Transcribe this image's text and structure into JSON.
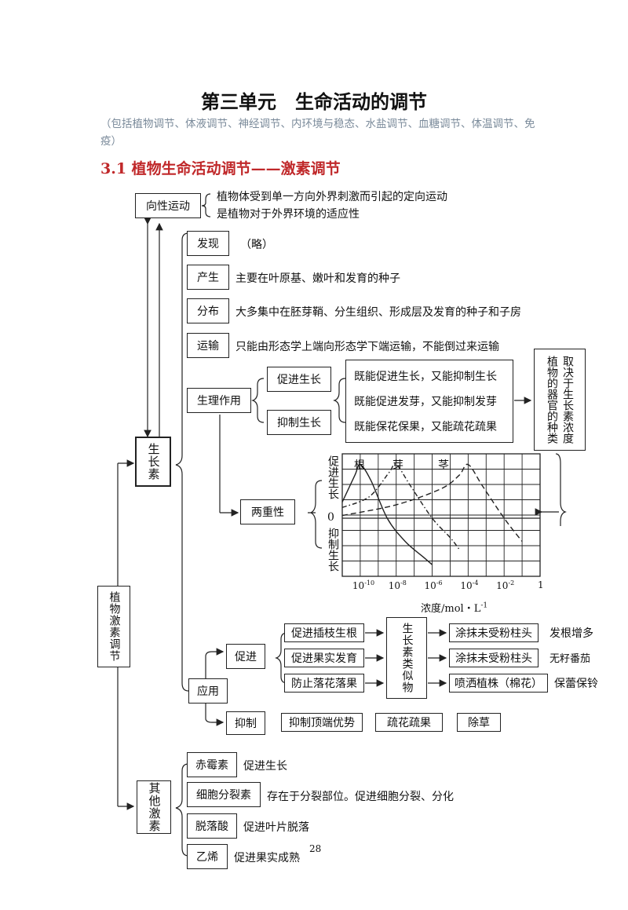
{
  "title": "第三单元　生命活动的调节",
  "subtitle": "（包括植物调节、体液调节、神经调节、内环境与稳态、水盐调节、血糖调节、体温调节、免疫）",
  "section": "3.1 植物生命活动调节——激素调节",
  "tropism": {
    "label": "向性运动",
    "line1": "植物体受到单一方向外界刺激而引起的定向运动",
    "line2": "是植物对于外界环境的适应性"
  },
  "root_label": "植物激素调节",
  "auxin_label": "生长素",
  "auxin_items": [
    {
      "label": "发现",
      "desc": "（略）"
    },
    {
      "label": "产生",
      "desc": "主要在叶原基、嫩叶和发育的种子"
    },
    {
      "label": "分布",
      "desc": "大多集中在胚芽鞘、分生组织、形成层及发育的种子和子房"
    },
    {
      "label": "运输",
      "desc": "只能由形态学上端向形态学下端运输，不能倒过来运输"
    }
  ],
  "physio": {
    "label": "生理作用",
    "promote": "促进生长",
    "inhibit": "抑制生长",
    "effects": [
      "既能促进生长，又能抑制生长",
      "既能促进发芽，又能抑制发芽",
      "既能保花保果，又能疏花疏果"
    ],
    "depends": "取决于生长素浓度",
    "organ": "植物的器官的种类"
  },
  "duality_label": "两重性",
  "chart_data": {
    "type": "line",
    "title": "",
    "ylabel_top": "促进生长",
    "ylabel_zero": "0",
    "ylabel_bottom": "抑制生长",
    "xlabel": "浓度/mol・L",
    "xlabel_sup": "-1",
    "organ_labels": [
      "根",
      "芽",
      "茎"
    ],
    "x_ticks": [
      {
        "base": "10",
        "exp": "-10",
        "value": -10
      },
      {
        "base": "10",
        "exp": "-8",
        "value": -8
      },
      {
        "base": "10",
        "exp": "-6",
        "value": -6
      },
      {
        "base": "10",
        "exp": "-4",
        "value": -4
      },
      {
        "base": "10",
        "exp": "-2",
        "value": -2
      },
      {
        "base": "1",
        "exp": "",
        "value": 0
      }
    ],
    "x_scale": "log10",
    "series": [
      {
        "style": "solid",
        "points": [
          [
            -11,
            0.3
          ],
          [
            -10.3,
            0.8
          ],
          [
            -10,
            1.0
          ],
          [
            -9.4,
            0.7
          ],
          [
            -8.5,
            0
          ],
          [
            -7.5,
            -0.6
          ],
          [
            -6.5,
            -1.0
          ],
          [
            -6,
            -1.2
          ]
        ]
      },
      {
        "style": "dashdot",
        "points": [
          [
            -11,
            0.2
          ],
          [
            -9.5,
            0.4
          ],
          [
            -8.4,
            0.85
          ],
          [
            -8,
            1.0
          ],
          [
            -7.2,
            0.6
          ],
          [
            -6,
            0
          ],
          [
            -5,
            -0.5
          ],
          [
            -4.5,
            -0.8
          ]
        ]
      },
      {
        "style": "dashed",
        "points": [
          [
            -11,
            0.05
          ],
          [
            -8,
            0.25
          ],
          [
            -5.5,
            0.55
          ],
          [
            -4.5,
            0.8
          ],
          [
            -4,
            1.0
          ],
          [
            -3.2,
            0.6
          ],
          [
            -2,
            0
          ],
          [
            -1,
            -0.6
          ]
        ]
      }
    ],
    "ylim": [
      -1.5,
      1.2
    ]
  },
  "application": {
    "label": "应用",
    "promote": "促进",
    "inhibit": "抑制",
    "promote_items": [
      "促进插枝生根",
      "促进果实发育",
      "防止落花落果"
    ],
    "analog": "生长素类似物",
    "method_items": [
      "涂抹未受粉柱头",
      "涂抹未受粉柱头",
      "喷洒植株（棉花）"
    ],
    "results": [
      "发根增多",
      "无籽番茄",
      "保蕾保铃"
    ],
    "inhibit_items": [
      "抑制顶端优势",
      "疏花疏果",
      "除草"
    ]
  },
  "other_label": "其他激素",
  "other_items": [
    {
      "label": "赤霉素",
      "desc": "促进生长"
    },
    {
      "label": "细胞分裂素",
      "desc": "存在于分裂部位。促进细胞分裂、分化"
    },
    {
      "label": "脱落酸",
      "desc": "促进叶片脱落"
    },
    {
      "label": "乙烯",
      "desc": "促进果实成熟"
    }
  ],
  "page_number": "28"
}
